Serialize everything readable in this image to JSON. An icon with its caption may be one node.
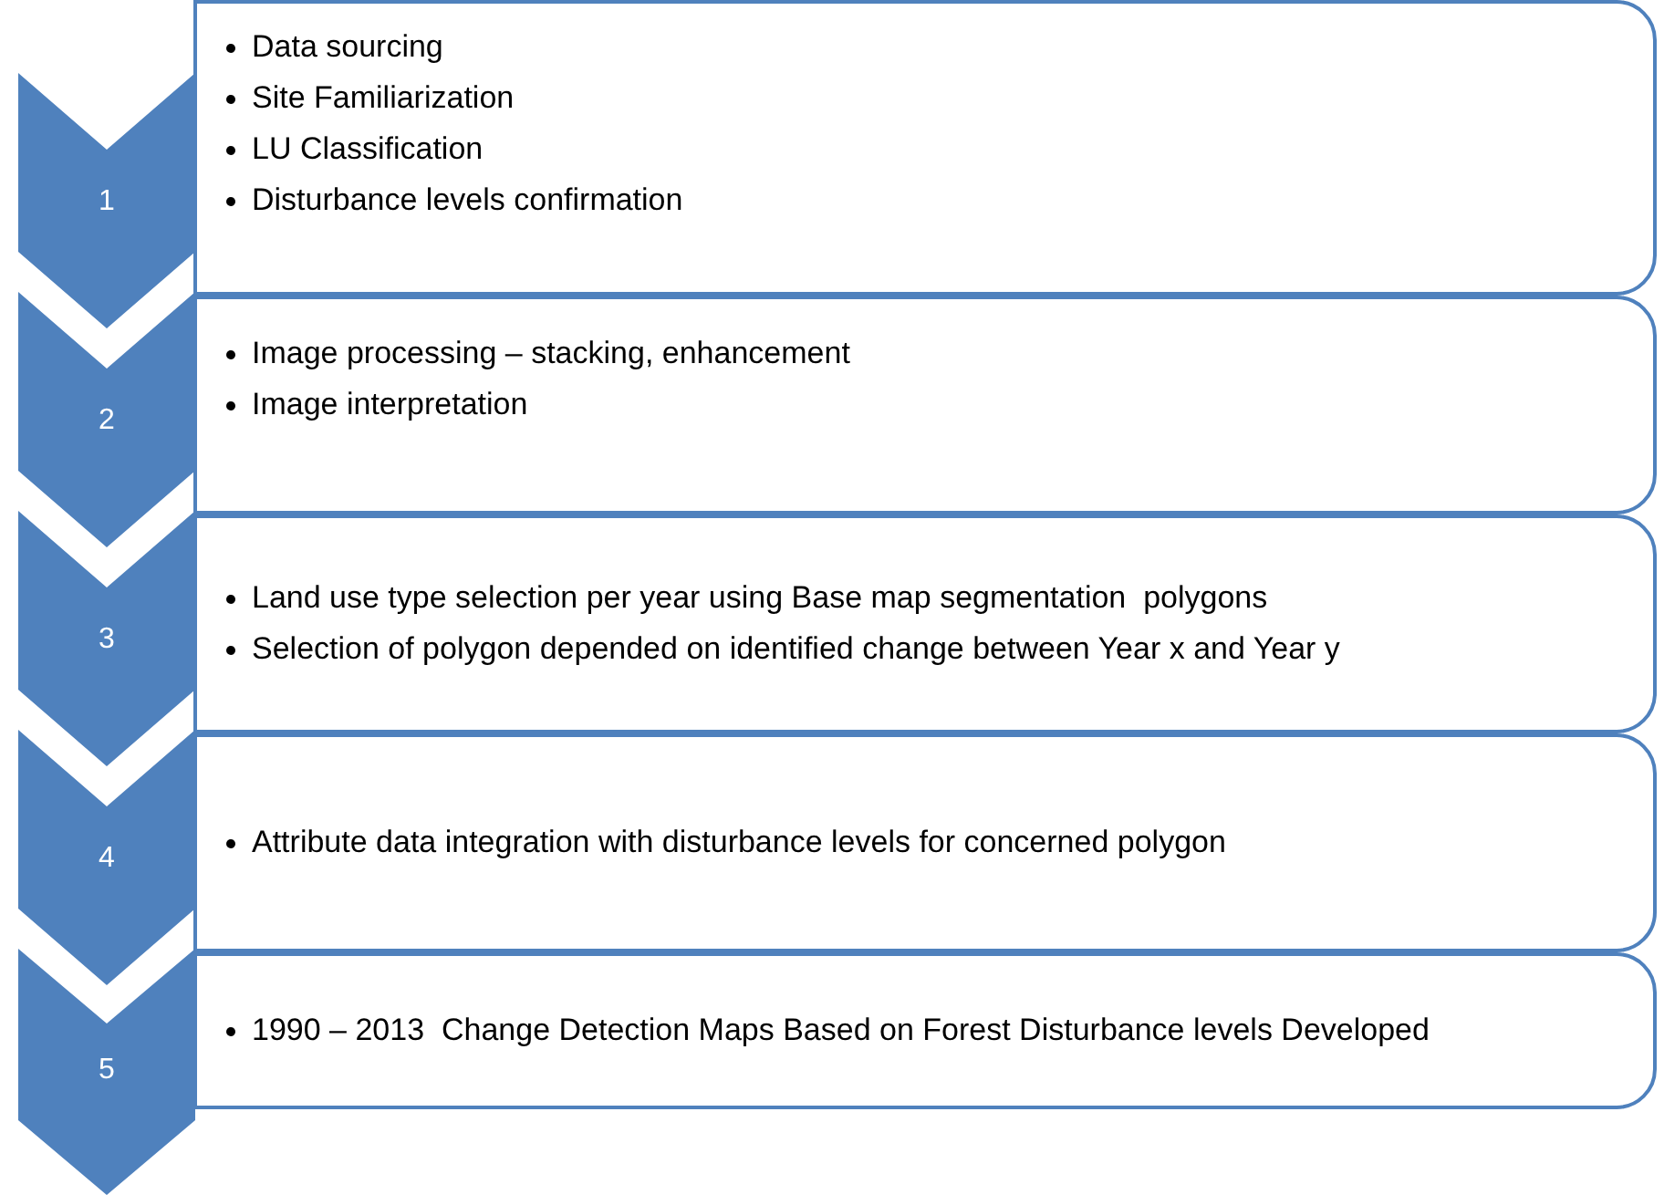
{
  "diagram": {
    "nodes": [
      {
        "text": [
          "1"
        ]
      },
      {
        "text": [
          "Data sourcing",
          "Site Familiarization",
          "LU Classification",
          "Disturbance levels confirmation"
        ]
      },
      {
        "text": [
          "2"
        ]
      },
      {
        "text": [
          "Image processing – stacking, enhancement",
          "Image interpretation"
        ]
      },
      {
        "text": [
          "3"
        ]
      },
      {
        "text": [
          "Land use type selection per year using Base map segmentation  polygons",
          "Selection of polygon depended on identified change between Year x and Year y"
        ]
      },
      {
        "text": [
          "4"
        ]
      },
      {
        "text": [
          "Attribute data integration with disturbance levels for concerned polygon"
        ]
      },
      {
        "text": [
          "5"
        ]
      },
      {
        "text": [
          "1990 – 2013  Change Detection Maps Based on Forest Disturbance levels Developed"
        ]
      }
    ]
  }
}
